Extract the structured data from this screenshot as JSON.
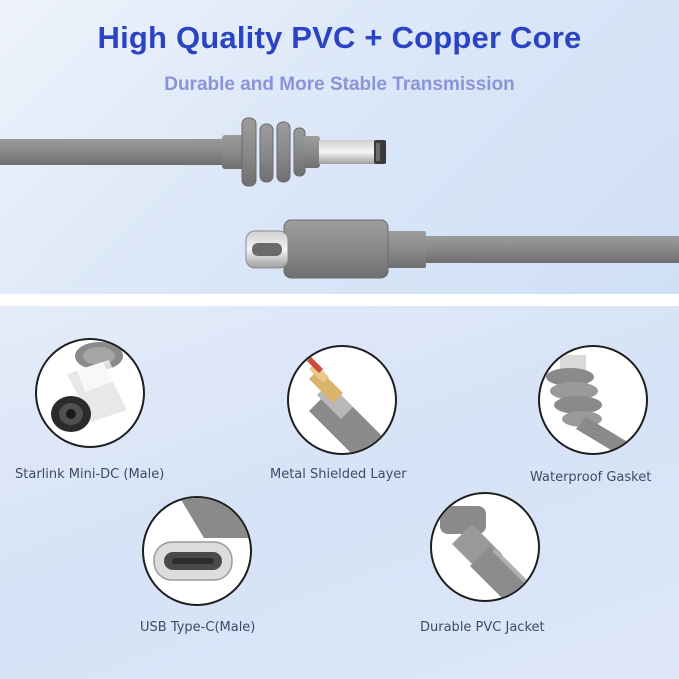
{
  "header": {
    "title": "High Quality PVC + Copper Core",
    "subtitle": "Durable and More Stable Transmission"
  },
  "features": [
    {
      "label": "Starlink Mini-DC (Male)",
      "icon": "mini-dc-connector-icon"
    },
    {
      "label": "Metal Shielded Layer",
      "icon": "shielded-wire-icon"
    },
    {
      "label": "Waterproof Gasket",
      "icon": "gasket-icon"
    },
    {
      "label": "USB Type-C(Male)",
      "icon": "usb-c-connector-icon"
    },
    {
      "label": "Durable PVC Jacket",
      "icon": "pvc-jacket-icon"
    }
  ],
  "colors": {
    "title": "#2a44c4",
    "subtitle": "#8a95d8",
    "cable": "#8c8c8c",
    "background": "#dde8f8"
  }
}
